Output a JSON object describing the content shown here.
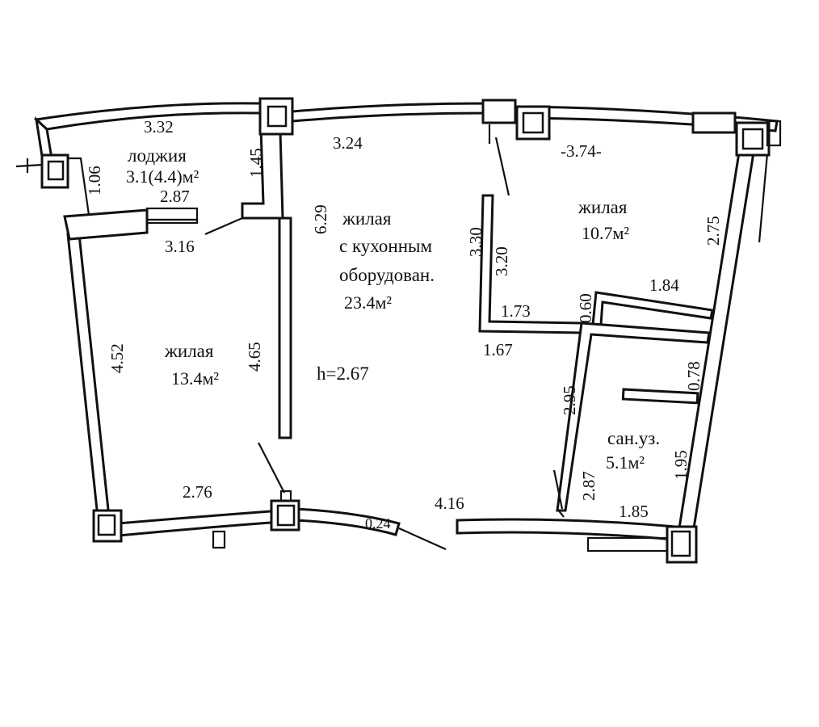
{
  "rooms": {
    "loggia": {
      "name": "лоджия",
      "area": "3.1(4.4)м²"
    },
    "living_left": {
      "name": "жилая",
      "area": "13.4м²"
    },
    "living_kitchen": {
      "name_1": "жилая",
      "name_2": "с кухонным",
      "name_3": "оборудован.",
      "area": "23.4м²"
    },
    "living_right": {
      "name": "жилая",
      "area": "10.7м²"
    },
    "bathroom": {
      "name": "сан.уз.",
      "area": "5.1м²"
    }
  },
  "ceiling_height": "h=2.67",
  "dimensions": {
    "loggia_top": "3.32",
    "loggia_side": "1.06",
    "loggia_inner": "2.87",
    "loggia_wall": "1.45",
    "loggia_bottom": "3.16",
    "kitchen_top": "3.24",
    "right_top": "-3.74-",
    "kitchen_depth": "6.29",
    "right_depth": "2.75",
    "corridor_a": "3.30",
    "corridor_b": "3.20",
    "wc_top": "1.84",
    "wc_small": "0.60",
    "corridor_short": "1.73",
    "corridor_bottom": "1.67",
    "wc_side": "0.78",
    "left_depth": "4.52",
    "left_inner": "4.65",
    "hall_side": "2.95",
    "wc_depth": "1.95",
    "hall_inner": "2.87",
    "left_bottom": "2.76",
    "bottom_small": "0.24",
    "bottom_mid": "4.16",
    "wc_bottom": "1.85"
  }
}
